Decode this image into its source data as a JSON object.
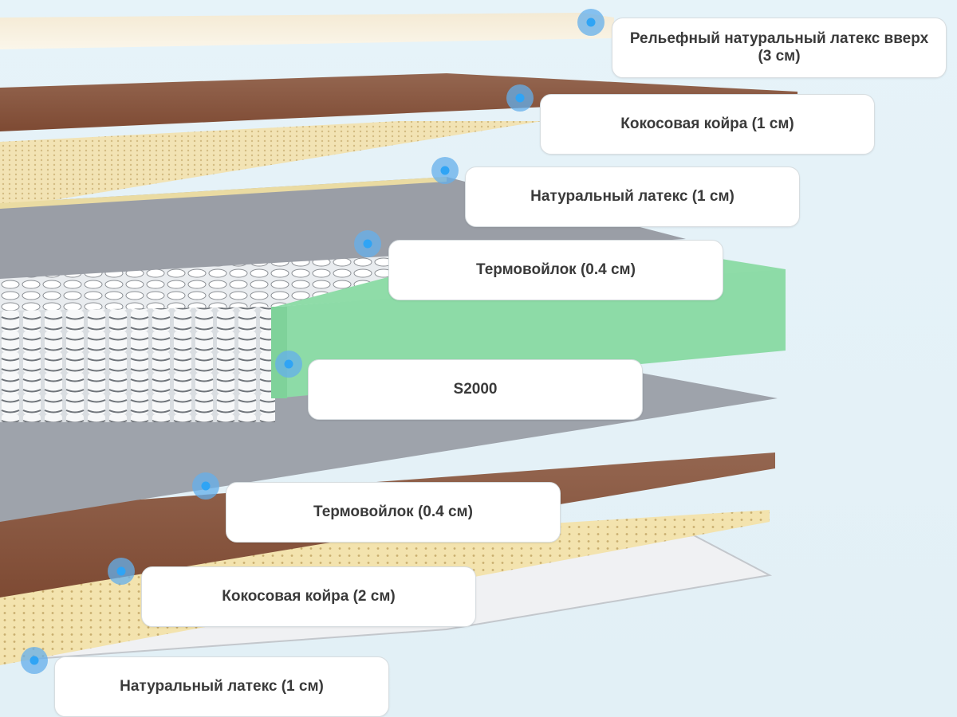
{
  "diagram": {
    "title": "Mattress layers",
    "layers": [
      {
        "label": "Рельефный натуральный латекс вверх (3 см)"
      },
      {
        "label": "Кокосовая койра (1 см)"
      },
      {
        "label": "Натуральный латекс (1 см)"
      },
      {
        "label": "Термовойлок (0.4 см)"
      },
      {
        "label": "S2000"
      },
      {
        "label": "Термовойлок (0.4 см)"
      },
      {
        "label": "Кокосовая койра (2 см)"
      },
      {
        "label": "Натуральный латекс (1 см)"
      }
    ],
    "colors": {
      "background": "#e4f1f7",
      "latex_top": "#f6eedd",
      "coir": "#8f5b3e",
      "latex": "#f3e0a8",
      "felt": "#9a9ea6",
      "foam": "#8fdca8",
      "spring": "#f2f4f6",
      "bottom_cover": "#f0f1f3",
      "hotspot": "#2fa4f5"
    }
  }
}
